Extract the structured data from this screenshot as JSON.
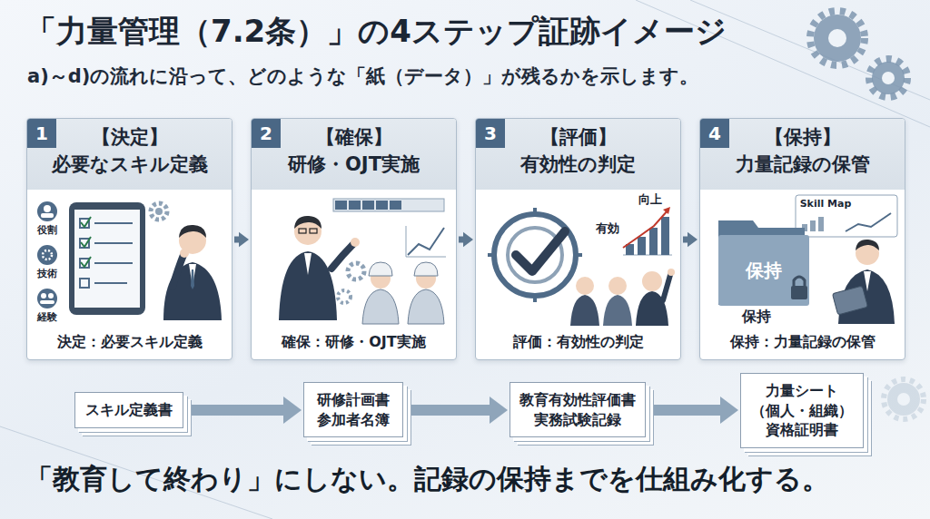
{
  "diagram": {
    "title": "「力量管理（7.2条）」の4ステップ証跡イメージ",
    "caption": "「教育して終わり」にしない。記録の保持までを仕組み化する。",
    "nodes": [
      {
        "text": [
          "【決定】",
          "必要なスキル定義",
          "決定：必要スキル定義"
        ]
      },
      {
        "text": [
          "1"
        ],
        "in": 0
      },
      {
        "text": [
          "【確保】",
          "研修・OJT実施",
          "確保：研修・OJT実施"
        ]
      },
      {
        "text": [
          "2"
        ],
        "in": 2
      },
      {
        "text": [
          "【評価】",
          "有効性の判定",
          "評価：有効性の判定"
        ]
      },
      {
        "text": [
          "3"
        ],
        "in": 4
      },
      {
        "text": [
          "【保持】",
          "力量記録の保管",
          "保持：力量記録の保管"
        ]
      },
      {
        "text": [
          "4"
        ],
        "in": 6
      },
      {
        "text": [
          "スキル定義書"
        ]
      },
      {
        "text": [
          "研修計画書 参加者名簿"
        ]
      },
      {
        "text": [
          "教育有効性評価書 実務試験記録"
        ]
      },
      {
        "text": [
          "力量シート（個人・組織） 資格証明書"
        ]
      }
    ],
    "edges": [
      {
        "from": 0,
        "to": 2,
        "arrow": "to"
      },
      {
        "from": 2,
        "to": 4,
        "arrow": "to"
      },
      {
        "from": 4,
        "to": 6,
        "arrow": "to"
      },
      {
        "from": 8,
        "to": 9,
        "arrow": "to"
      },
      {
        "from": 9,
        "to": 10,
        "arrow": "to"
      },
      {
        "from": 10,
        "to": 11,
        "arrow": "to"
      }
    ],
    "labels": [
      "a)～d)の流れに沿って、どのような「紙（データ）」が残るかを示します。",
      "役割",
      "技術",
      "経験",
      "有効",
      "向上",
      "Skill Map",
      "保持",
      "保持"
    ]
  }
}
